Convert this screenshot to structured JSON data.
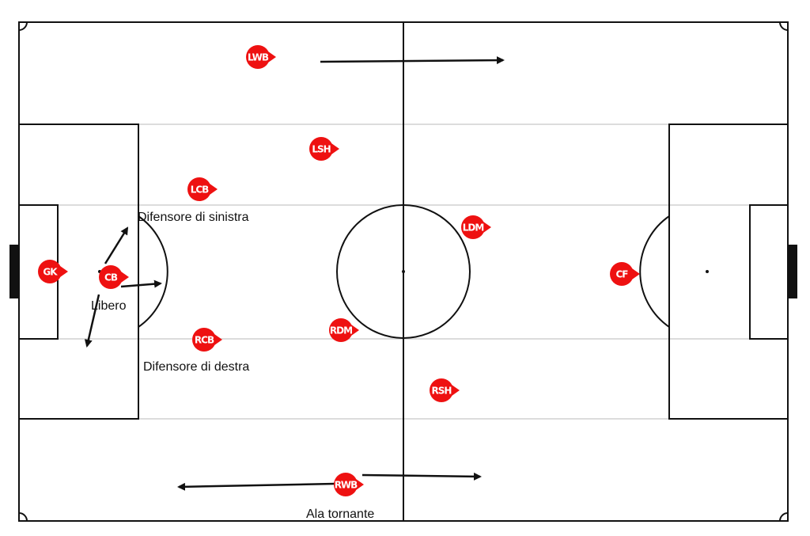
{
  "colors": {
    "player_fill": "#ee1111",
    "line": "#111111",
    "guide": "#dcdcdc",
    "background": "#ffffff"
  },
  "players": [
    {
      "id": "gk",
      "label": "GK"
    },
    {
      "id": "cb",
      "label": "CB"
    },
    {
      "id": "lcb",
      "label": "LCB"
    },
    {
      "id": "rcb",
      "label": "RCB"
    },
    {
      "id": "lwb",
      "label": "LWB"
    },
    {
      "id": "rwb",
      "label": "RWB"
    },
    {
      "id": "lsh",
      "label": "LSH"
    },
    {
      "id": "rsh",
      "label": "RSH"
    },
    {
      "id": "ldm",
      "label": "LDM"
    },
    {
      "id": "rdm",
      "label": "RDM"
    },
    {
      "id": "cf",
      "label": "CF"
    }
  ],
  "annotations": {
    "lcb": "Difensore di sinistra",
    "rcb": "Difensore di destra",
    "cb": "Libero",
    "rwb": "Ala tornante"
  }
}
